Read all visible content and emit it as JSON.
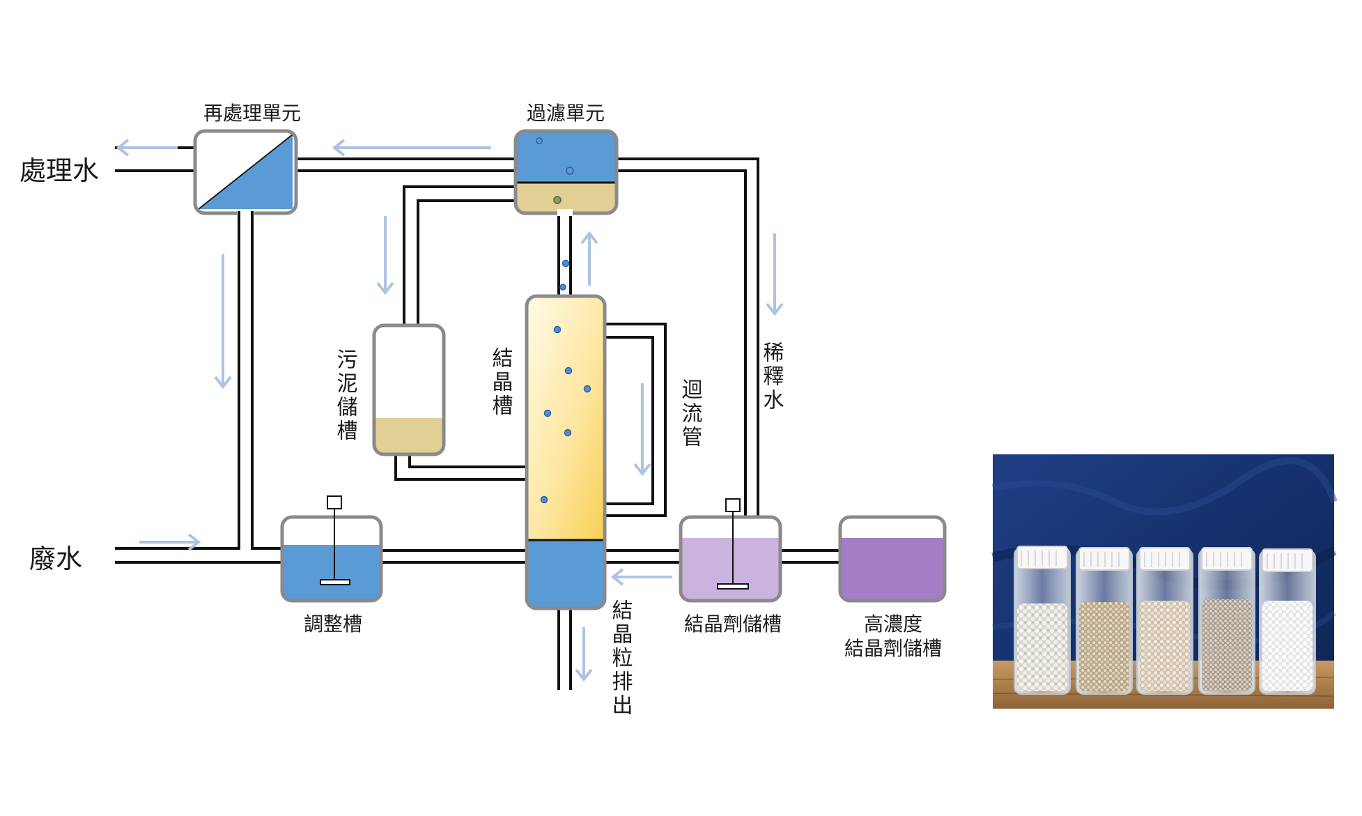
{
  "labels": {
    "treated_water": "處理水",
    "retreatment_unit": "再處理單元",
    "filtration_unit": "過濾單元",
    "sludge_storage_tank": "污泥儲槽",
    "crystallization_tank": "結晶槽",
    "recirculation_pipe": "迴流管",
    "dilution_water": "稀釋水",
    "wastewater": "廢水",
    "adjustment_tank": "調整槽",
    "crystallization_agent_storage_tank": "結晶劑儲槽",
    "high_concentration_line1": "高濃度",
    "high_concentration_line2": "結晶劑儲槽",
    "pellet_discharge": "結晶粒排出"
  },
  "colors": {
    "water_blue": "#5b9bd5",
    "sludge_tan": "#e2cf94",
    "crystallizer_yellow": "#fbd96b",
    "agent_light_purple": "#cbb3df",
    "agent_purple": "#a57ec8",
    "flow_arrow": "#aec3e4",
    "pipe": "#111111",
    "tank_outline": "#8a8a8a"
  },
  "photo": {
    "jars": 5
  }
}
